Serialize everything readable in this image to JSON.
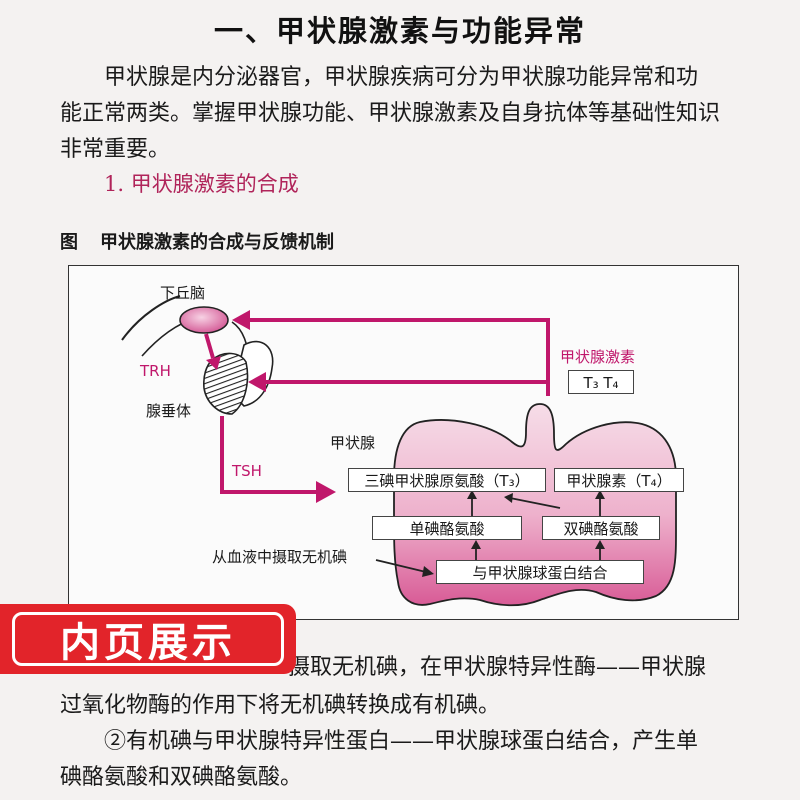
{
  "heading": "一、甲状腺激素与功能异常",
  "intro": {
    "line1": "甲状腺是内分泌器官，甲状腺疾病可分为甲状腺功能异常和功",
    "line2": "能正常两类。掌握甲状腺功能、甲状腺激素及自身抗体等基础性知识",
    "line3": "非常重要。"
  },
  "section_heading": "1. 甲状腺激素的合成",
  "figure": {
    "label": "图",
    "title": "甲状腺激素的合成与反馈机制",
    "hypothalamus": "下丘脑",
    "trh": "TRH",
    "pituitary": "腺垂体",
    "tsh": "TSH",
    "hormone_label": "甲状腺激素",
    "t3_t4": "T₃ T₄",
    "thyroid": "甲状腺",
    "t3_box": "三碘甲状腺原氨酸（T₃）",
    "t4_box": "甲状腺素（T₄）",
    "mit_box": "单碘酪氨酸",
    "dit_box": "双碘酪氨酸",
    "bind_box": "与甲状腺球蛋白结合",
    "iodine_uptake": "从血液中摄取无机碘"
  },
  "banner": "内页展示",
  "body": {
    "line1": "摄取无机碘，在甲状腺特异性酶——甲状腺",
    "line2": "过氧化物酶的作用下将无机碘转换成有机碘。",
    "line3": "②有机碘与甲状腺特异性蛋白——甲状腺球蛋白结合，产生单",
    "line4": "碘酪氨酸和双碘酪氨酸。"
  },
  "colors": {
    "accent": "#c0176b",
    "banner": "#e2242a",
    "thyroid_fill": "#f1bcd3"
  }
}
